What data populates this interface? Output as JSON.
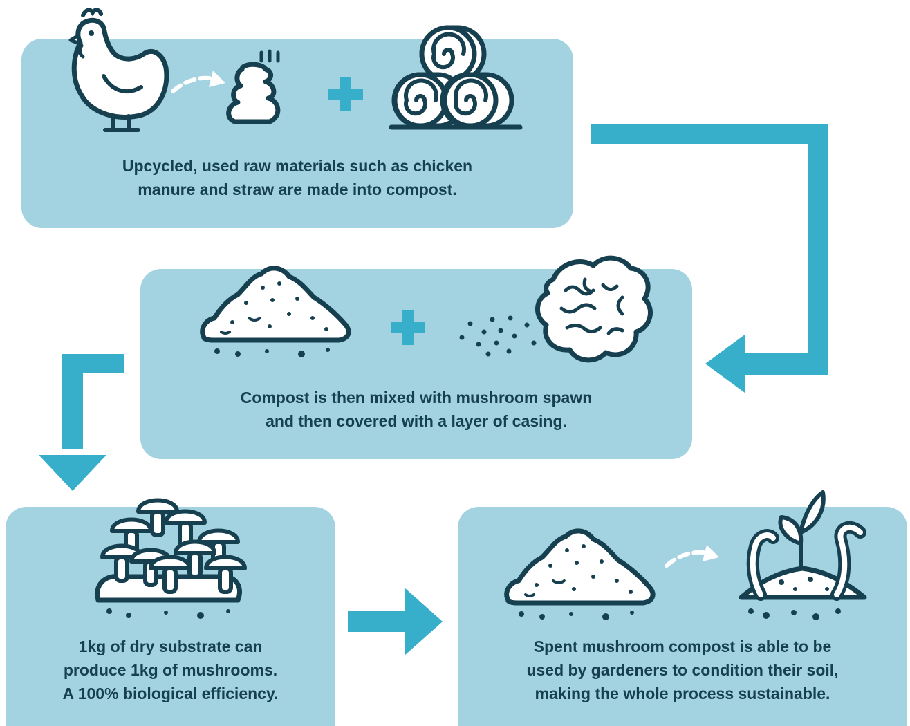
{
  "colors": {
    "panel": "#a3d3e1",
    "arrow": "#38afca",
    "ink": "#16404f",
    "text": "#16404f",
    "background": "#ffffff"
  },
  "steps": [
    {
      "caption": "Upcycled, used raw materials such as chicken\nmanure and straw are made into compost.",
      "icons": [
        "chicken-icon",
        "manure-icon",
        "plus-icon",
        "straw-bales-icon"
      ]
    },
    {
      "caption": "Compost is then mixed with mushroom spawn\nand then covered with a layer of casing.",
      "icons": [
        "compost-pile-icon",
        "plus-icon",
        "spawn-dots-icon",
        "casing-icon"
      ]
    },
    {
      "caption": "1kg of dry substrate can\nproduce 1kg of mushrooms.\nA 100% biological efficiency.",
      "icons": [
        "mushroom-cluster-icon"
      ]
    },
    {
      "caption": "Spent mushroom compost is able to be\nused by gardeners to condition their soil,\nmaking the whole process sustainable.",
      "icons": [
        "compost-pile-icon",
        "dashed-arrow-icon",
        "soil-worm-sprout-icon"
      ]
    }
  ]
}
